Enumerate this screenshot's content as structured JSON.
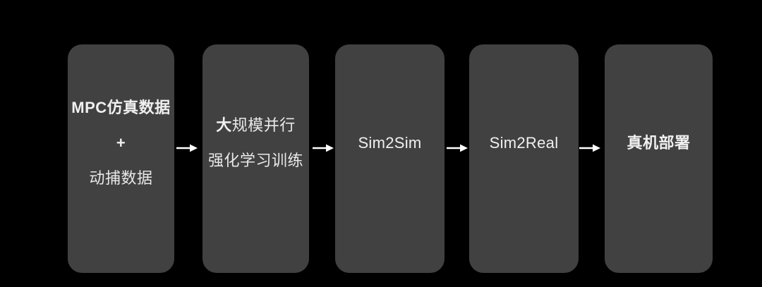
{
  "colors": {
    "background": "#000000",
    "box": "#414141",
    "text": "#f0f0f0",
    "arrow": "#ffffff"
  },
  "flow": {
    "boxes": [
      {
        "line1": "MPC仿真数据",
        "line2": "+",
        "line3": "动捕数据"
      },
      {
        "line1_bold": "大",
        "line1_rest": "规模并行",
        "line2": "强化学习训练"
      },
      {
        "label": "Sim2Sim"
      },
      {
        "label": "Sim2Real"
      },
      {
        "label": "真机部署"
      }
    ]
  }
}
